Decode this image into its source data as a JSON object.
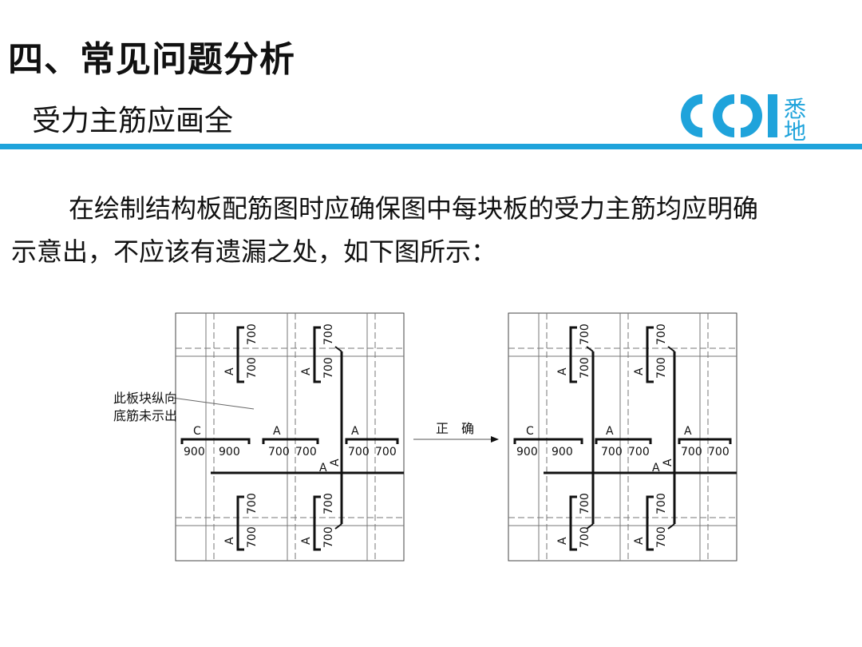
{
  "header": {
    "title": "四、常见问题分析",
    "subtitle": "受力主筋应画全"
  },
  "logo": {
    "line1": "悉",
    "line2": "地",
    "color": "#1fa3db"
  },
  "accent_color": "#1fa3db",
  "body": {
    "line1": "在绘制结构板配筋图时应确保图中每块板的受力主筋均应明确",
    "line2": "示意出，不应该有遗漏之处，如下图所示："
  },
  "diagram": {
    "annotation_line1": "此板块纵向",
    "annotation_line2": "底筋未示出",
    "arrow_label": "正　确",
    "label_a": "A",
    "label_c": "C",
    "dim_700": "700",
    "dim_900": "900"
  }
}
